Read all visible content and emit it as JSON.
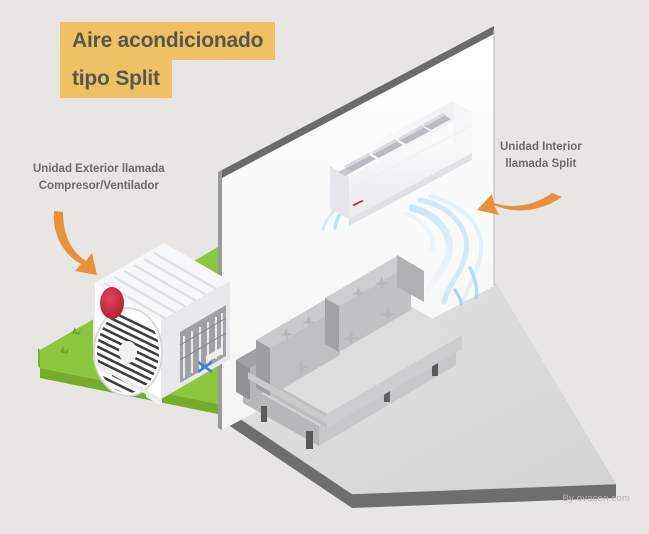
{
  "page": {
    "background_color": "#e7e6e5",
    "type": "isometric-infographic",
    "subject": "split-air-conditioner-diagram",
    "language": "es"
  },
  "title": {
    "line1": "Aire acondicionado",
    "line2": "tipo Split",
    "highlight_color": "#eec164",
    "text_color": "#595650"
  },
  "labels": {
    "outdoor": {
      "line1": "Unidad Exterior llamada",
      "line2": "Compresor/Ventilador",
      "color": "#6d6a66",
      "arrow_name": "arrow-to-outdoor-unit",
      "arrow_color": "#e8903a",
      "arrow_direction": "down-right"
    },
    "indoor": {
      "line1": "Unidad Interior",
      "line2": "llamada Split",
      "color": "#6d6a66",
      "arrow_name": "arrow-to-indoor-unit",
      "arrow_color": "#e8903a",
      "arrow_direction": "left"
    }
  },
  "credit": {
    "text": "By ovacen.com",
    "color": "#b6b5b3"
  },
  "scene": {
    "wall": {
      "name": "room-wall",
      "face_color": "#fafafa",
      "top_edge_color": "#6b6b6b",
      "side_edge_color": "#9a9a9a"
    },
    "floor": {
      "name": "room-floor",
      "top_color": "#dcdcdc",
      "edge_color": "#6e6e6e"
    },
    "lawn": {
      "name": "outdoor-lawn",
      "top_color": "#8dc63f",
      "side_color": "#7ab02f",
      "tuft_color": "#6ea52a"
    },
    "indoor_unit": {
      "name": "indoor-split-unit",
      "body_color": "#ffffff",
      "shade_color": "#e9eaec",
      "vent_color": "#b9bcc1",
      "vent_count": 5,
      "led_color": "#c0303c"
    },
    "outdoor_unit": {
      "name": "outdoor-compressor-unit",
      "body_color": "#ffffff",
      "shade_color": "#e4e6e8",
      "fan_grille_color": "#3f3f3f",
      "logo_color": "#c42a3c",
      "fin_color": "#8c9096",
      "mark_color": "#3a7fd5",
      "feet_color": "#f2f2f2"
    },
    "sofa": {
      "name": "living-room-sofa",
      "seat_color": "#d2d3d4",
      "back_color": "#c1c3c4",
      "side_color": "#9fa1a2",
      "leg_color": "#59595a",
      "tuft_marks": 6
    },
    "airflow": {
      "name": "cold-airflow-stream",
      "color": "#a9d6f0",
      "stream_count": 3
    }
  }
}
